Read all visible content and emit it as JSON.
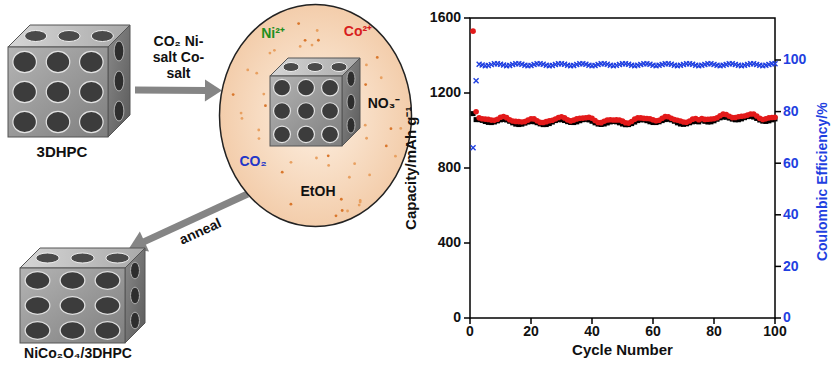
{
  "diagram": {
    "nodes": [
      {
        "text": [
          "3DHPC"
        ]
      },
      {
        "text": [
          "Ni²⁺",
          "Co²⁺",
          "NO₃⁻",
          "CO₂",
          "EtOH"
        ]
      },
      {
        "text": [
          "NiCo₂O₄/3DHPC"
        ]
      }
    ],
    "edges": [
      {
        "from": 0,
        "to": 1,
        "arrow": "to",
        "label": "CO₂ Ni-salt Co-salt"
      },
      {
        "from": 1,
        "to": 2,
        "arrow": "to",
        "label": "anneal"
      }
    ],
    "labels": [
      "0",
      "400",
      "800",
      "1200",
      "1600",
      "0",
      "20",
      "40",
      "60",
      "80",
      "100",
      "0",
      "20",
      "40",
      "60",
      "80",
      "100",
      "Capacity/mAh g⁻¹",
      "Cycle Number",
      "Coulombic Efficiency/%"
    ]
  }
}
